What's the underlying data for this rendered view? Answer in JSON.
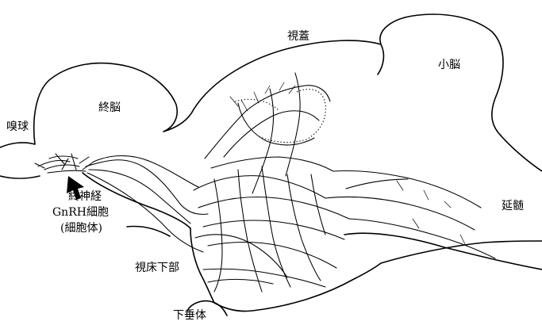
{
  "labels": {
    "olfactory_bulb": "嗅球",
    "telencephalon": "終脳",
    "optic_tectum": "視蓋",
    "cerebellum": "小脳",
    "medulla": "延髄",
    "terminal_nerve": "終神経",
    "gnrh_cell": "GnRH細胞",
    "cell_body": "(細胞体)",
    "hypothalamus": "視床下部",
    "pituitary": "下垂体"
  }
}
